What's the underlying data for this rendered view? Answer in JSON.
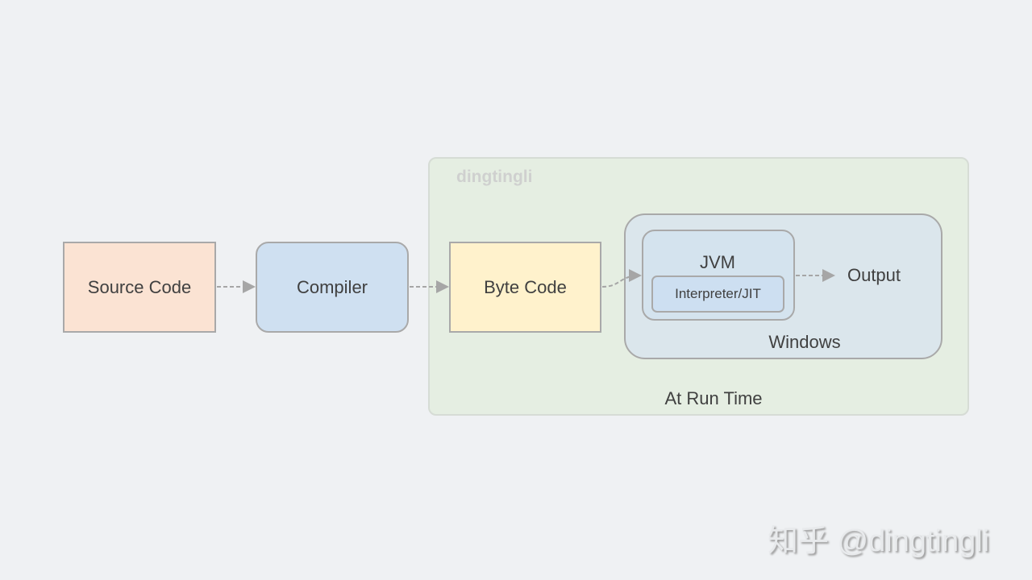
{
  "nodes": {
    "source": "Source Code",
    "compiler": "Compiler",
    "bytecode": "Byte Code",
    "jvm": "JVM",
    "interpreter": "Interpreter/JIT",
    "output": "Output",
    "windows": "Windows",
    "runtime": "At Run Time"
  },
  "watermark": {
    "inner": "dingtingli",
    "corner": "知乎 @dingtingli"
  },
  "colors": {
    "source_fill": "#fbe3d3",
    "compiler_fill": "#cfe0f1",
    "bytecode_fill": "#fff2cc",
    "runtime_fill": "#e5eee2",
    "windows_fill": "#dbe6ec",
    "arrow": "#a6a6a6"
  }
}
